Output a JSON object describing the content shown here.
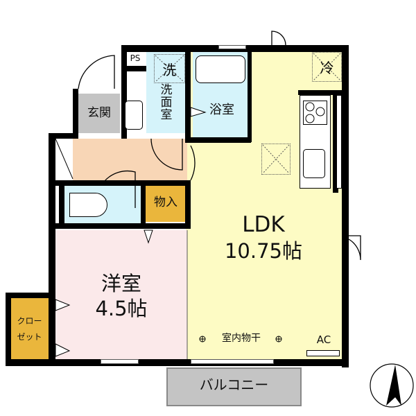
{
  "plan": {
    "rooms": {
      "ldk": {
        "name": "LDK",
        "size": "10.75帖"
      },
      "western": {
        "name": "洋室",
        "size": "4.5帖"
      },
      "entrance": {
        "name": "玄関"
      },
      "washroom": {
        "name": "洗\n面\n室"
      },
      "bath": {
        "name": "浴室"
      },
      "storage": {
        "name": "物入"
      },
      "closet": {
        "line1": "クロー",
        "line2": "ゼット"
      },
      "balcony": {
        "name": "バルコニー"
      }
    },
    "symbols": {
      "ps": "PS",
      "washer": "洗",
      "fridge": "冷",
      "drying": "室内物干",
      "ac": "AC"
    },
    "colors": {
      "ldk": "#fdfbc4",
      "western": "#fbe9ea",
      "entrance": "#c4c4c4",
      "wet": "#d5f3fa",
      "hall": "#f8d6b6",
      "storage": "#eab63c",
      "balcony": "#c4c4c4"
    }
  }
}
